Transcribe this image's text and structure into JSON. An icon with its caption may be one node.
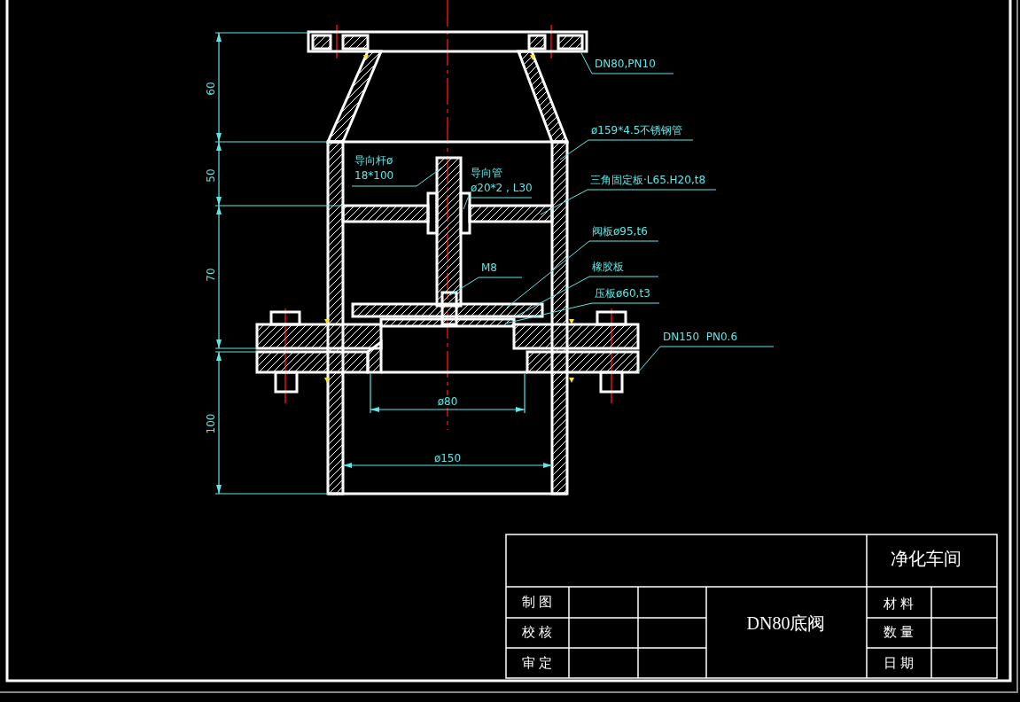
{
  "diagram": {
    "nodes": [
      {
        "text": [
          "DN80,PN10"
        ]
      },
      {
        "text": [
          "ø159*4.5不锈钢管"
        ]
      },
      {
        "text": [
          "导向杆ø 18*100"
        ]
      },
      {
        "text": [
          "导向管 ø20*2 , L30"
        ]
      },
      {
        "text": [
          "三角固定板·L65.H20,t8"
        ]
      },
      {
        "text": [
          "阀板ø95,t6"
        ]
      },
      {
        "text": [
          "M8"
        ]
      },
      {
        "text": [
          "橡胶板"
        ]
      },
      {
        "text": [
          "压板ø60,t3"
        ]
      },
      {
        "text": [
          "DN150  PN0.6"
        ]
      }
    ],
    "edges": [
      {
        "from": 0,
        "to": null,
        "arrow": "none"
      },
      {
        "from": 1,
        "to": null,
        "arrow": "none"
      },
      {
        "from": 2,
        "to": null,
        "arrow": "none"
      },
      {
        "from": 3,
        "to": null,
        "arrow": "none"
      },
      {
        "from": 4,
        "to": null,
        "arrow": "none"
      },
      {
        "from": 5,
        "to": null,
        "arrow": "none"
      },
      {
        "from": 6,
        "to": null,
        "arrow": "none"
      },
      {
        "from": 7,
        "to": null,
        "arrow": "none"
      },
      {
        "from": 8,
        "to": null,
        "arrow": "none"
      },
      {
        "from": 9,
        "to": null,
        "arrow": "none"
      }
    ],
    "labels": [
      "60",
      "50",
      "70",
      "100",
      "ø80",
      "ø150",
      "净化车间",
      "制 图",
      "DN80底阀",
      "材 料",
      "校 核",
      "数 量",
      "审 定",
      "日 期"
    ]
  }
}
